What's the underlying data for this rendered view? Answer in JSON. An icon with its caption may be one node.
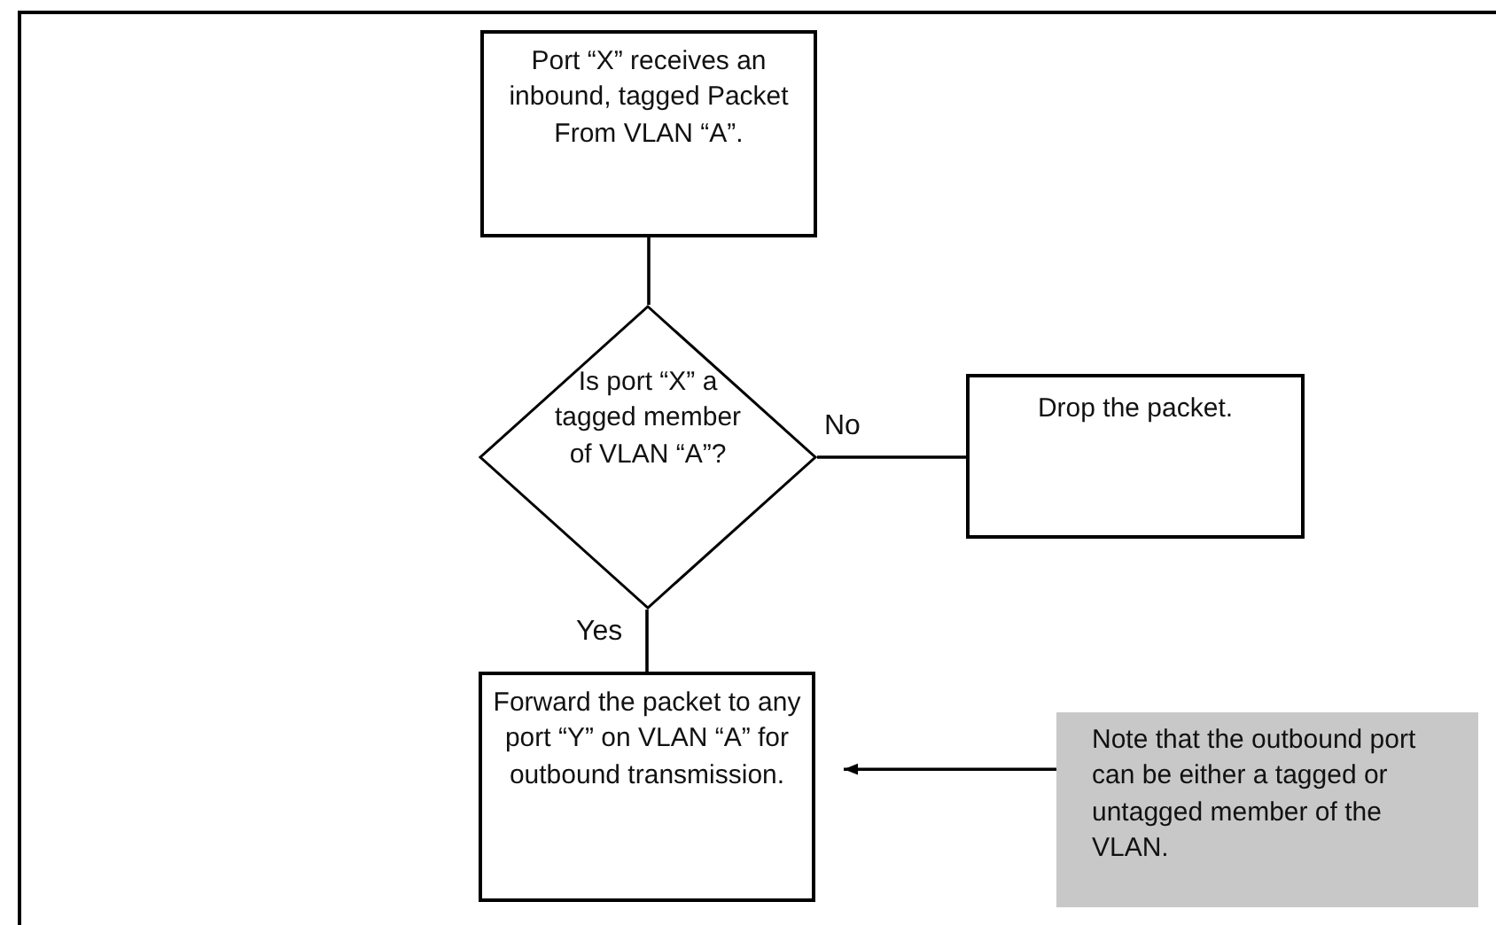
{
  "diagram": {
    "nodes": [
      {
        "text": [
          "Port “X” receives an inbound, tagged Packet From VLAN “A”."
        ]
      },
      {
        "text": [
          "Is port “X” a tagged member of VLAN “A”?"
        ]
      },
      {
        "text": [
          "Drop the packet."
        ]
      },
      {
        "text": [
          "Forward the packet to any port “Y” on VLAN “A” for outbound transmission."
        ]
      },
      {
        "text": [
          "Note that the outbound port can be either a tagged or untagged member of the VLAN."
        ]
      }
    ],
    "edges": [
      {
        "from": 0,
        "to": 1,
        "arrow": "none"
      },
      {
        "from": 1,
        "to": 2,
        "arrow": "none",
        "label": "No"
      },
      {
        "from": 1,
        "to": 3,
        "arrow": "none",
        "label": "Yes"
      },
      {
        "from": 4,
        "to": 3,
        "arrow": "to"
      }
    ]
  }
}
